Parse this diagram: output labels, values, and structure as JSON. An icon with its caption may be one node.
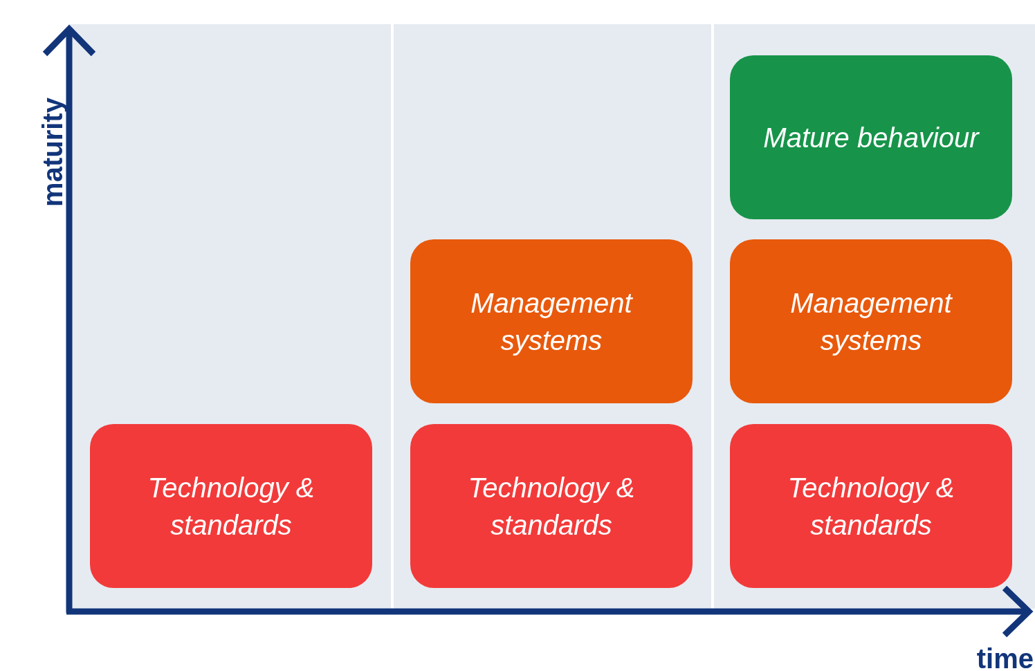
{
  "diagram": {
    "nodes": [
      {
        "text": [
          "Mature behaviour"
        ]
      },
      {
        "text": [
          "Management systems"
        ]
      },
      {
        "text": [
          "Management systems"
        ]
      },
      {
        "text": [
          "Technology & standards"
        ]
      },
      {
        "text": [
          "Technology & standards"
        ]
      },
      {
        "text": [
          "Technology & standards"
        ]
      }
    ],
    "labels": [
      "maturity",
      "time"
    ]
  }
}
